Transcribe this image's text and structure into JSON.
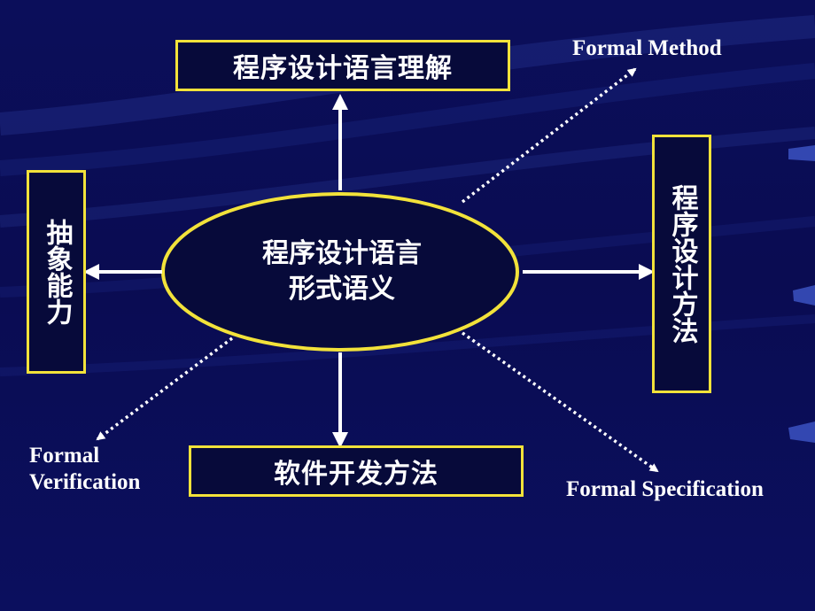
{
  "center": {
    "line1": "程序设计语言",
    "line2": "形式语义"
  },
  "boxes": {
    "top": "程序设计语言理解",
    "left": "抽象能力",
    "right": "程序设计方法",
    "bottom": "软件开发方法"
  },
  "labels": {
    "formal_method": "Formal Method",
    "formal_verification_1": "Formal",
    "formal_verification_2": "Verification",
    "formal_specification": "Formal Specification"
  },
  "colors": {
    "background": "#0b0e5a",
    "box_border": "#f2e23a",
    "arrow": "#ffffff",
    "text": "#ffffff"
  }
}
